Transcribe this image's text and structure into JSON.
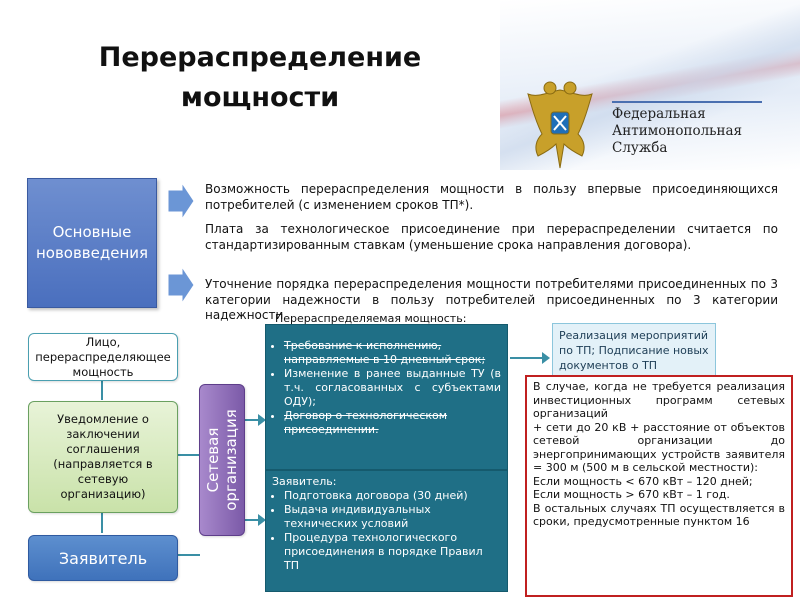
{
  "slide": {
    "title": "Перераспределение мощности",
    "agency": {
      "line1": "Федеральная",
      "line2": "Антимонопольная",
      "line3": "Служба"
    },
    "main_box": "Основные нововведения",
    "innovations": [
      "Возможность перераспределения мощности в пользу впервые присоединяющихся потребителей (с изменением сроков ТП*).",
      "Плата за технологическое присоединение при перераспределении считается по стандартизированным ставкам (уменьшение срока направления договора).",
      "Уточнение порядка перераспределения мощности потребителями присоединенных по 3 категории надежности в пользу потребителей присоединенных по 3 категории надежности"
    ],
    "overlay_line": "Перераспределяемая мощность:",
    "flow": {
      "person": "Лицо, перераспределяющее мощность",
      "notice": "Уведомление о заключении соглашения (направляется в сетевую организацию)",
      "applicant": "Заявитель",
      "network": "Сетевая организация",
      "network_box": {
        "items": [
          {
            "text": "Требование к исполнению, направляемые в 10 дневный срок;",
            "struck": true
          },
          {
            "text": "Изменение в ранее выданные ТУ (в т.ч. согласованных с субъектами ОДУ);",
            "struck": false
          },
          {
            "text": "Договор о технологическом присоединении.",
            "struck": true
          }
        ]
      },
      "applicant_box": {
        "heading": "Заявитель:",
        "items": [
          "Подготовка договора (30 дней)",
          "Выдача индивидуальных технических условий",
          "Процедура технологического присоединения в порядке Правил ТП"
        ]
      },
      "result_box": "Реализация мероприятий по ТП; Подписание новых документов о ТП",
      "note_lines": [
        "В случае, когда не требуется реализация инвестиционных программ сетевых организаций",
        "+ сети до 20 кВ + расстояние от объектов сетевой организации до энергопринимающих устройств заявителя = 300 м (500 м в сельской местности):",
        "Если мощность < 670 кВт – 120 дней;",
        "Если мощность > 670 кВт – 1 год.",
        "В остальных случаях ТП осуществляется в сроки, предусмотренные пунктом 16"
      ]
    }
  },
  "colors": {
    "main_box": "#4a6fbe",
    "network": "#7b5aa8",
    "dark_box": "#1f6f86",
    "note_border": "#c02020"
  }
}
